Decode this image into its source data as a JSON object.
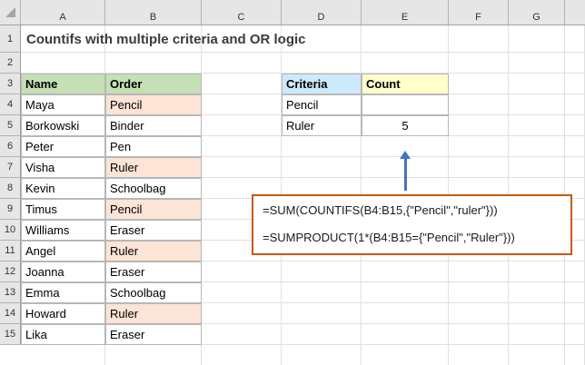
{
  "app": {
    "type": "spreadsheet",
    "title": "Countifs with multiple criteria and OR logic"
  },
  "grid": {
    "column_headers": [
      "A",
      "B",
      "C",
      "D",
      "E",
      "F",
      "G"
    ],
    "row_headers": [
      "1",
      "2",
      "3",
      "4",
      "5",
      "6",
      "7",
      "8",
      "9",
      "10",
      "11",
      "12",
      "13",
      "14",
      "15"
    ]
  },
  "title_cell": {
    "ref": "A1",
    "text": "Countifs with multiple criteria and OR logic"
  },
  "data_table": {
    "header_ref": "A3:B3",
    "headers": [
      "Name",
      "Order"
    ],
    "rows": [
      {
        "row": "4",
        "name": "Maya",
        "order": "Pencil",
        "highlight": true
      },
      {
        "row": "5",
        "name": "Borkowski",
        "order": "Binder",
        "highlight": false
      },
      {
        "row": "6",
        "name": "Peter",
        "order": "Pen",
        "highlight": false
      },
      {
        "row": "7",
        "name": "Visha",
        "order": "Ruler",
        "highlight": true
      },
      {
        "row": "8",
        "name": "Kevin",
        "order": "Schoolbag",
        "highlight": false
      },
      {
        "row": "9",
        "name": "Timus",
        "order": "Pencil",
        "highlight": true
      },
      {
        "row": "10",
        "name": "Williams",
        "order": "Eraser",
        "highlight": false
      },
      {
        "row": "11",
        "name": "Angel",
        "order": "Ruler",
        "highlight": true
      },
      {
        "row": "12",
        "name": "Joanna",
        "order": "Eraser",
        "highlight": false
      },
      {
        "row": "13",
        "name": "Emma",
        "order": "Schoolbag",
        "highlight": false
      },
      {
        "row": "14",
        "name": "Howard",
        "order": "Ruler",
        "highlight": true
      },
      {
        "row": "15",
        "name": "Lika",
        "order": "Eraser",
        "highlight": false
      }
    ]
  },
  "criteria_table": {
    "header_ref": "D3:E3",
    "headers": [
      "Criteria",
      "Count"
    ],
    "rows": [
      {
        "criteria": "Pencil",
        "count": ""
      },
      {
        "criteria": "Ruler",
        "count": "5"
      }
    ]
  },
  "formula_box": {
    "lines": [
      "=SUM(COUNTIFS(B4:B15,{\"Pencil\",\"ruler\"}))",
      "=SUMPRODUCT(1*(B4:B15={\"Pencil\",\"Ruler\"}))"
    ]
  },
  "annotation": {
    "arrow": "up-arrow-icon"
  },
  "colors": {
    "header_green": "#c5e0b4",
    "header_blue": "#cdeafc",
    "header_yellow": "#ffffcc",
    "highlight_peach": "#fce4d6",
    "callout_border": "#c55a11",
    "arrow_blue": "#4472c4",
    "grid_line": "#e0e0e0",
    "cell_border": "#b7b7b7"
  }
}
